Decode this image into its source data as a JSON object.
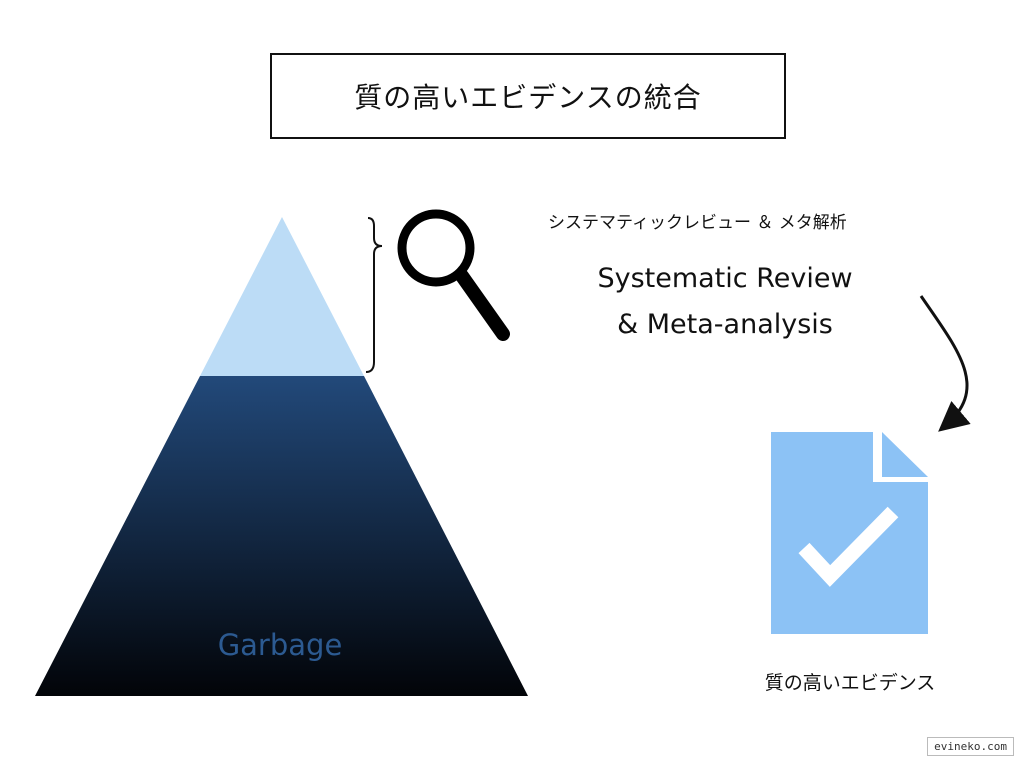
{
  "title": "質の高いエビデンスの統合",
  "method": {
    "japanese_label": "システマティックレビュー ＆ メタ解析",
    "english_line1": "Systematic Review",
    "english_line2": "& Meta-analysis"
  },
  "pyramid": {
    "bottom_label": "Garbage",
    "colors": {
      "top": "#bcdcf6",
      "base_gradient_start": "#22497a",
      "base_gradient_end": "#020408"
    }
  },
  "output": {
    "label": "質の高いエビデンス",
    "document_color": "#8cc2f5"
  },
  "watermark": "evineko.com"
}
